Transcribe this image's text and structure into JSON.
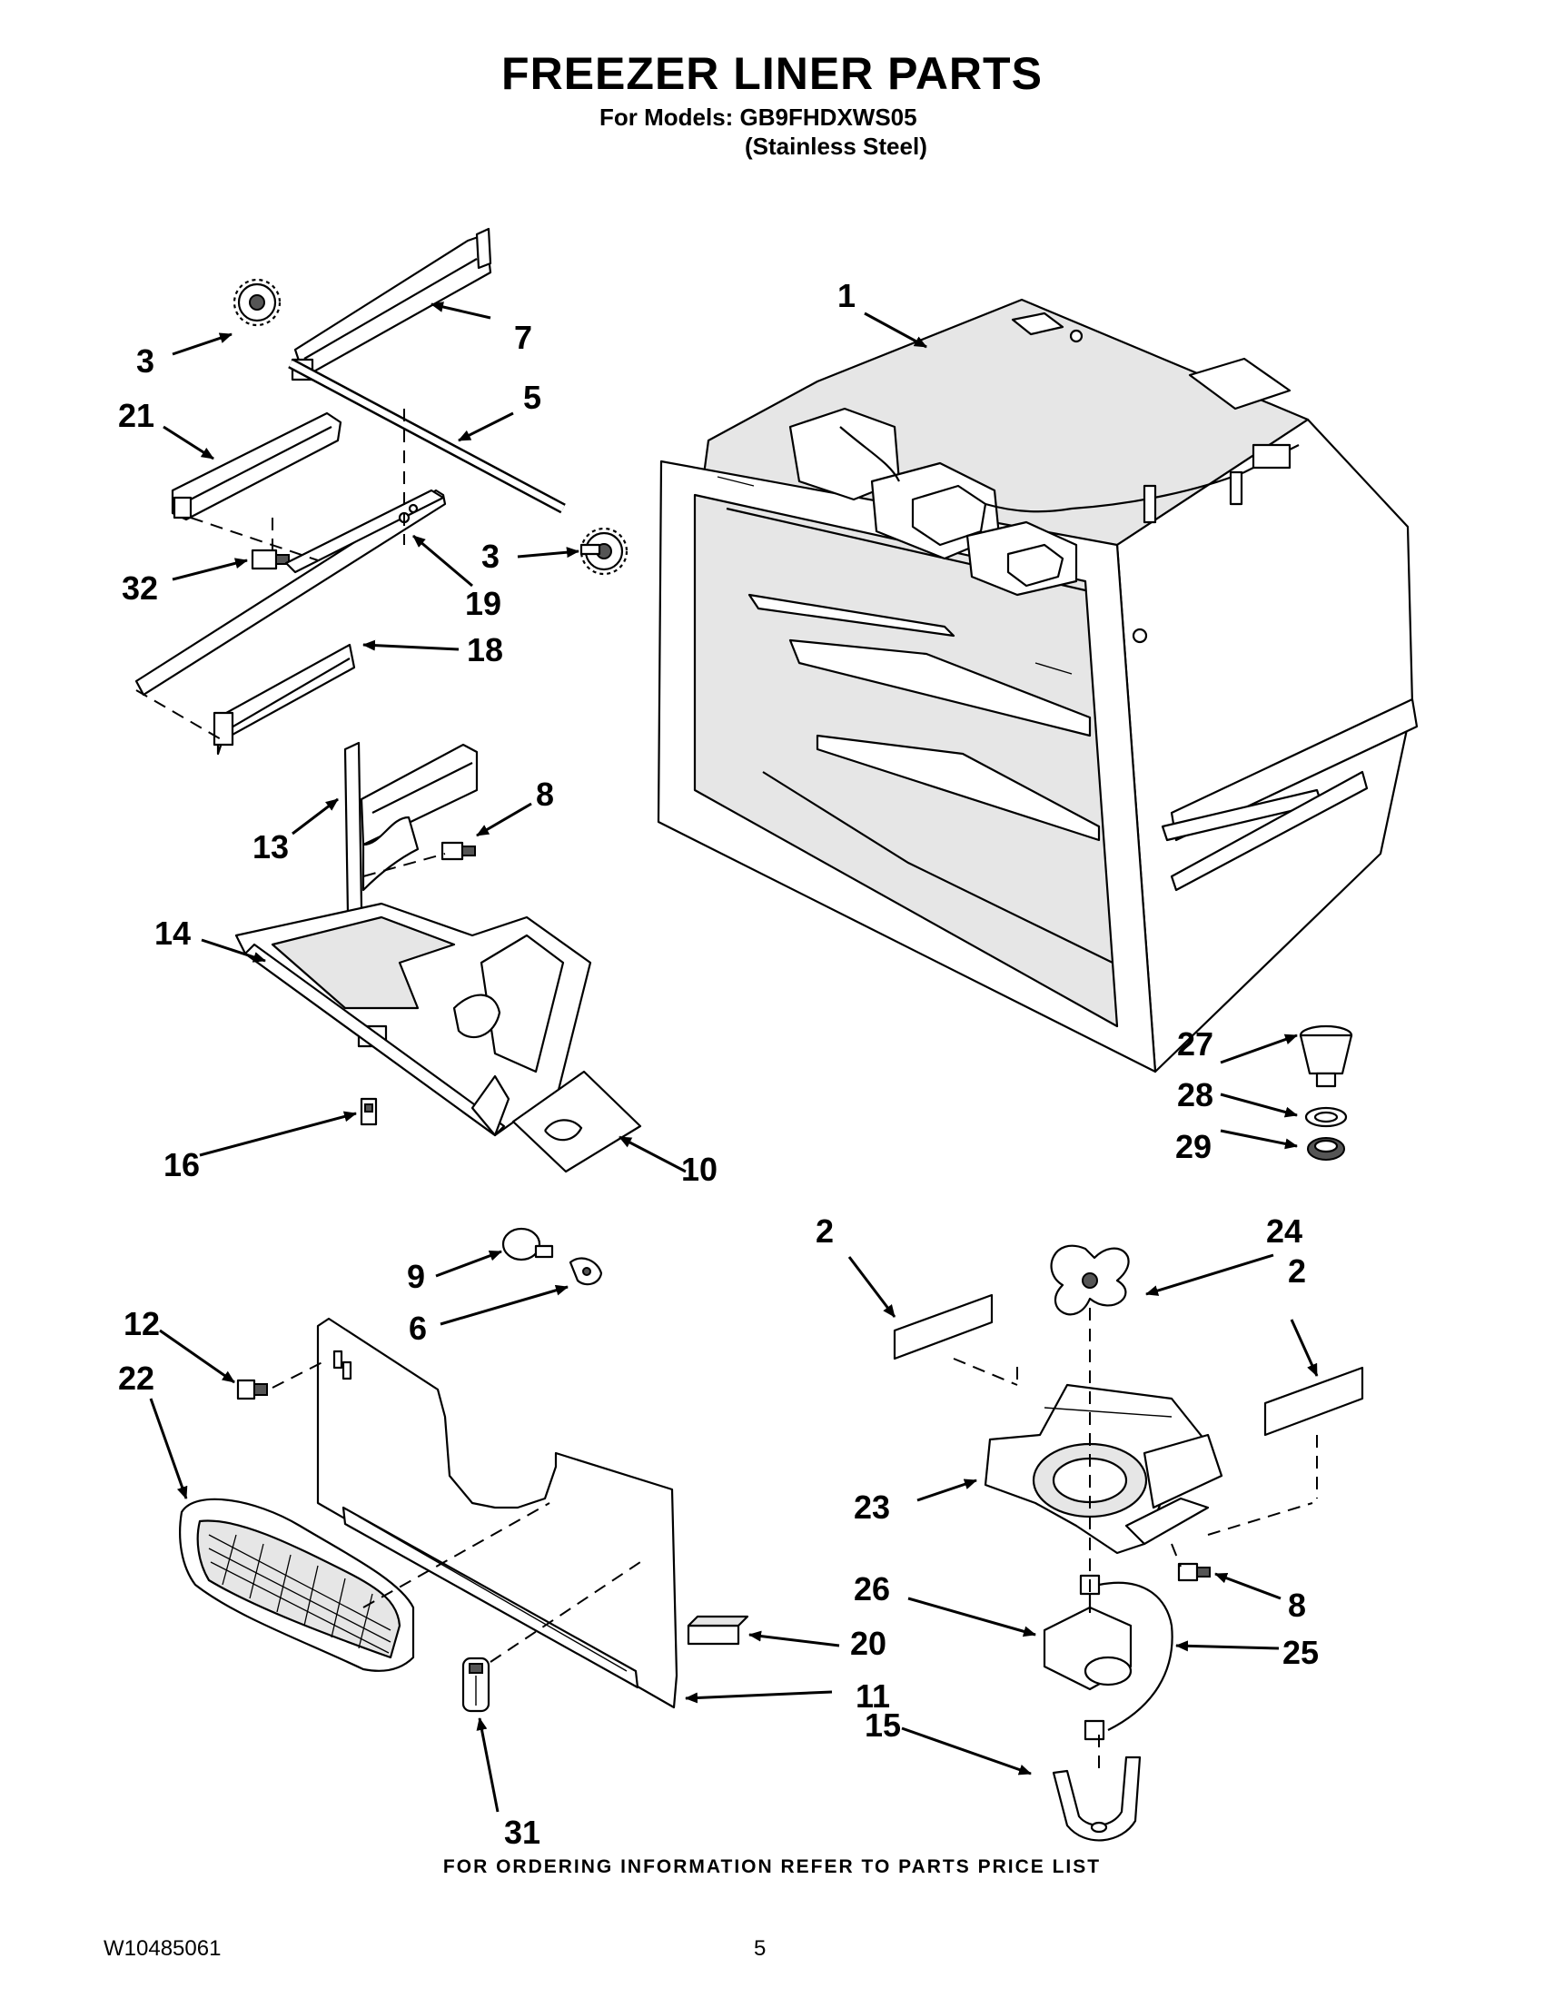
{
  "header": {
    "title": "FREEZER LINER PARTS",
    "models_line": "For Models: GB9FHDXWS05",
    "variant_line": "(Stainless Steel)"
  },
  "callouts": {
    "c1": "1",
    "c2a": "2",
    "c2b": "2",
    "c3a": "3",
    "c3b": "3",
    "c5": "5",
    "c6": "6",
    "c7": "7",
    "c8a": "8",
    "c8b": "8",
    "c9": "9",
    "c10": "10",
    "c11": "11",
    "c12": "12",
    "c13": "13",
    "c14": "14",
    "c15": "15",
    "c16": "16",
    "c18": "18",
    "c19": "19",
    "c20": "20",
    "c21": "21",
    "c22": "22",
    "c23": "23",
    "c24": "24",
    "c25": "25",
    "c26": "26",
    "c27": "27",
    "c28": "28",
    "c29": "29",
    "c31": "31",
    "c32": "32"
  },
  "footer": {
    "ordering_note": "FOR ORDERING INFORMATION REFER TO PARTS PRICE LIST",
    "document_number": "W10485061",
    "page_number": "5"
  }
}
